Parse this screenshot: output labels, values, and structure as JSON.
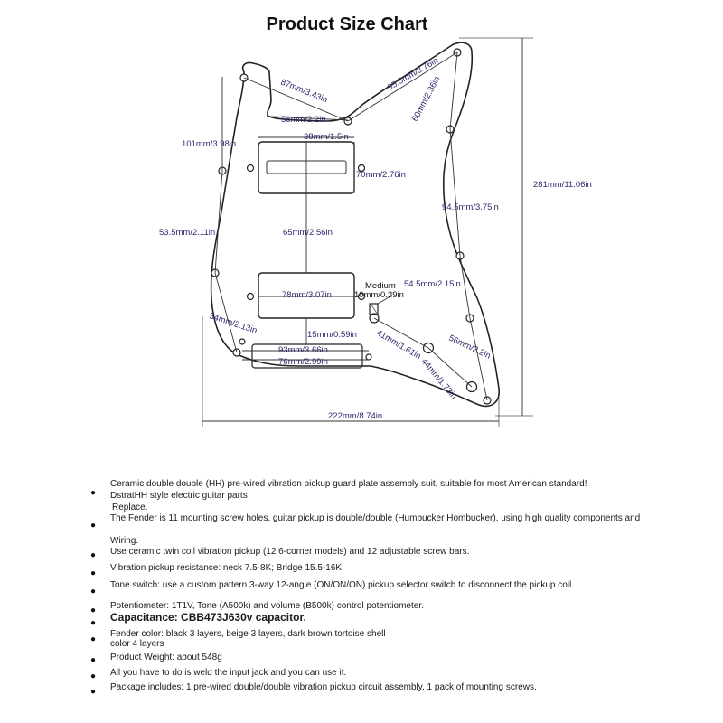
{
  "title": "Product Size Chart",
  "dimensions": {
    "d87": "87mm/3.43in",
    "d56top": "56mm/2.2in",
    "d95": "95.5mm/3.76in",
    "d60": "60mm/2.36in",
    "d101": "101mm/3.98in",
    "d38": "38mm/1.5in",
    "d70": "70mm/2.76in",
    "d281": "281mm/11.06in",
    "d94": "94.5mm/3.75in",
    "d53": "53.5mm/2.11in",
    "d65": "65mm/2.56in",
    "medium": "Medium",
    "d10": "10mm/0.39in",
    "d545": "54.5mm/2.15in",
    "d78": "78mm/3.07in",
    "d54": "54mm/2.13in",
    "d15": "15mm/0.59in",
    "d41": "41mm/1.61in",
    "d56r": "56mm/2.2in",
    "d93": "93mm/3.66in",
    "d44": "44mm/1.73in",
    "d76": "76mm/2.99in",
    "d222": "222mm/8.74in"
  },
  "description": [
    "Ceramic double double (HH) pre-wired vibration pickup guard plate assembly suit, suitable for most American standard!",
    "DstratHH style electric guitar parts",
    "Replace.",
    "The Fender is 11 mounting screw holes, guitar pickup is double/double (Humbucker Hombucker), using high quality components and",
    "Wiring.",
    "Use ceramic twin coil vibration pickup (12 6-corner models) and 12 adjustable screw bars.",
    "Vibration pickup resistance: neck 7.5-8K; Bridge 15.5-16K.",
    "Tone switch: use a custom pattern 3-way 12-angle (ON/ON/ON) pickup selector switch to disconnect the pickup coil.",
    "Potentiometer: 1T1V, Tone (A500k) and volume (B500k) control potentiometer.",
    "Capacitance: CBB473J630v capacitor.",
    "Fender color: black 3 layers, beige 3 layers, dark brown tortoise shell",
    "color 4 layers",
    "Product Weight: about 548g",
    "All you have to do is weld the input jack and you can use it.",
    "Package includes: 1 pre-wired double/double vibration pickup circuit assembly, 1 pack of mounting screws."
  ]
}
